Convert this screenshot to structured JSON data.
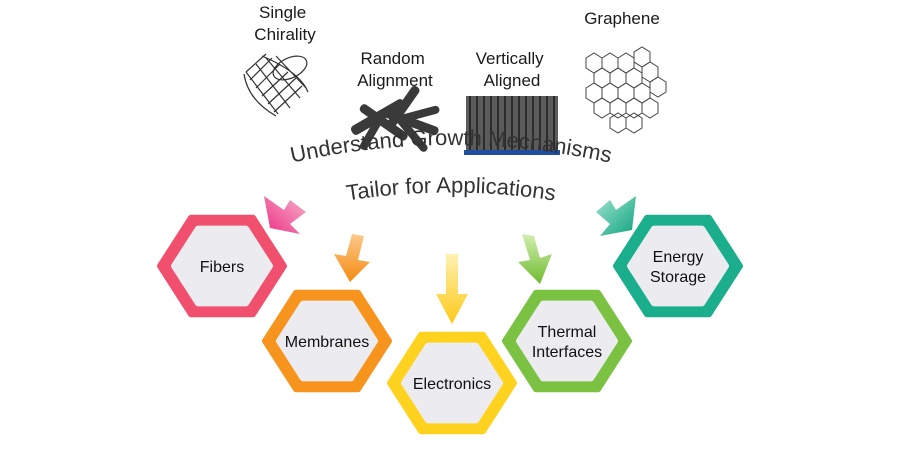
{
  "structures": [
    {
      "lines": [
        "Single",
        "Chirality"
      ]
    },
    {
      "lines": [
        "Random",
        "Alignment"
      ]
    },
    {
      "lines": [
        "Vertically",
        "Aligned"
      ]
    },
    {
      "lines": [
        "Graphene"
      ]
    }
  ],
  "arc_text": {
    "line1": "Understand Growth Mechanisms",
    "line2": "Tailor for Applications"
  },
  "applications": [
    {
      "lines": [
        "Fibers"
      ],
      "color": "#f0506e"
    },
    {
      "lines": [
        "Membranes"
      ],
      "color": "#f7941d"
    },
    {
      "lines": [
        "Electronics"
      ],
      "color": "#ffd21f"
    },
    {
      "lines": [
        "Thermal",
        "Interfaces"
      ],
      "color": "#7cc242"
    },
    {
      "lines": [
        "Energy",
        "Storage"
      ],
      "color": "#1aae8c"
    }
  ],
  "colors": {
    "hex_fill": "#ececf0",
    "pink_arrow": "#ef3e87",
    "orange_arrow": "#f7931e",
    "yellow_arrow": "#fdd22e",
    "green_arrow": "#7cc242",
    "teal_arrow": "#17a98a",
    "substrate": "#1f4e9e"
  }
}
